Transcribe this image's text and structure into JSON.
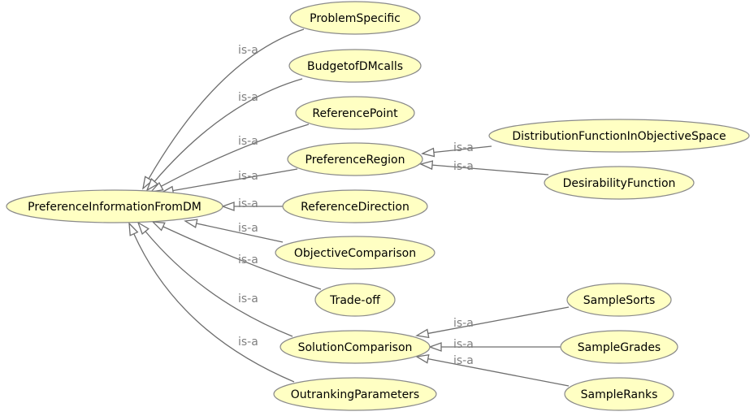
{
  "diagram": {
    "relation_label": "is-a",
    "colors": {
      "node_fill": "#ffffc3",
      "node_stroke": "#8a8a8a",
      "edge": "#6e6e6e",
      "edge_label": "#808080"
    },
    "nodes": {
      "pref_info": "PreferenceInformationFromDM",
      "problem_specific": "ProblemSpecific",
      "budget": "BudgetofDMcalls",
      "reference_point": "ReferencePoint",
      "preference_region": "PreferenceRegion",
      "reference_direction": "ReferenceDirection",
      "objective_comparison": "ObjectiveComparison",
      "trade_off": "Trade-off",
      "solution_comparison": "SolutionComparison",
      "outranking": "OutrankingParameters",
      "distribution_function": "DistributionFunctionInObjectiveSpace",
      "desirability": "DesirabilityFunction",
      "sample_sorts": "SampleSorts",
      "sample_grades": "SampleGrades",
      "sample_ranks": "SampleRanks"
    },
    "edges": [
      {
        "child": "problem_specific",
        "parent": "pref_info",
        "label": "is-a"
      },
      {
        "child": "budget",
        "parent": "pref_info",
        "label": "is-a"
      },
      {
        "child": "reference_point",
        "parent": "pref_info",
        "label": "is-a"
      },
      {
        "child": "preference_region",
        "parent": "pref_info",
        "label": "is-a"
      },
      {
        "child": "reference_direction",
        "parent": "pref_info",
        "label": "is-a"
      },
      {
        "child": "objective_comparison",
        "parent": "pref_info",
        "label": "is-a"
      },
      {
        "child": "trade_off",
        "parent": "pref_info",
        "label": "is-a"
      },
      {
        "child": "solution_comparison",
        "parent": "pref_info",
        "label": "is-a"
      },
      {
        "child": "outranking",
        "parent": "pref_info",
        "label": "is-a"
      },
      {
        "child": "distribution_function",
        "parent": "preference_region",
        "label": "is-a"
      },
      {
        "child": "desirability",
        "parent": "preference_region",
        "label": "is-a"
      },
      {
        "child": "sample_sorts",
        "parent": "solution_comparison",
        "label": "is-a"
      },
      {
        "child": "sample_grades",
        "parent": "solution_comparison",
        "label": "is-a"
      },
      {
        "child": "sample_ranks",
        "parent": "solution_comparison",
        "label": "is-a"
      }
    ]
  }
}
